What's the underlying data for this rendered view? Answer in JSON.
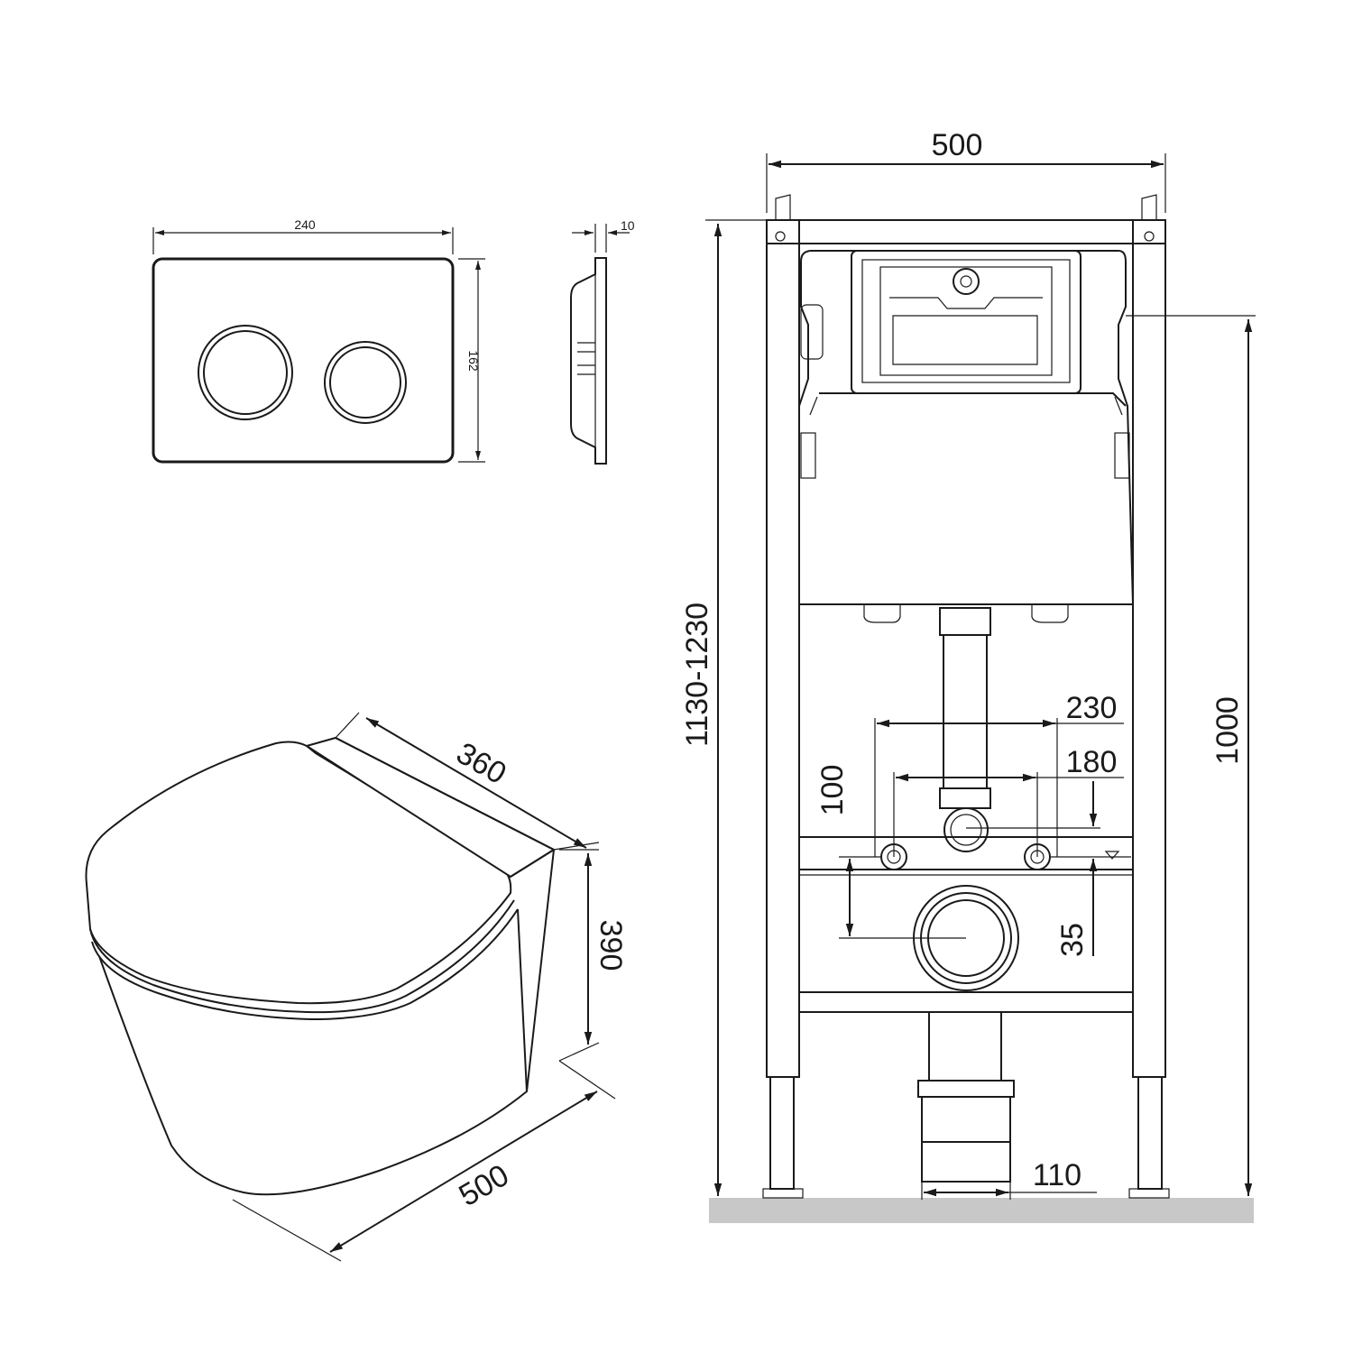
{
  "flush_plate": {
    "width_label": "240",
    "height_label": "162",
    "depth_label": "10"
  },
  "toilet": {
    "depth_label": "360",
    "height_label": "390",
    "length_label": "500"
  },
  "frame": {
    "width_label": "500",
    "total_height_label": "1130-1230",
    "height_label": "1000",
    "studs_outer_label": "230",
    "studs_inner_label": "180",
    "offset_100_label": "100",
    "offset_35_label": "35",
    "drain_label": "110"
  },
  "colors": {
    "line": "#1a1a1a",
    "floor": "#c8c8c8",
    "background": "#ffffff"
  }
}
